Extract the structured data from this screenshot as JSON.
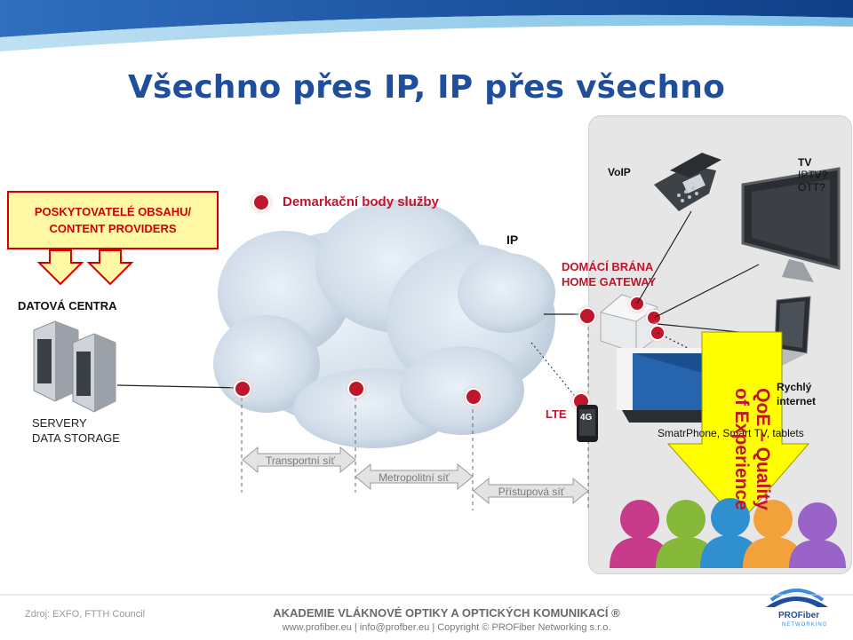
{
  "title": "Všechno přes IP, IP přes všechno",
  "providers": {
    "line1": "POSKYTOVATELÉ OBSAHU/",
    "line2": "CONTENT PROVIDERS"
  },
  "datacenter": {
    "label": "DATOVÁ CENTRA",
    "servers_line1": "SERVERY",
    "servers_line2": "DATA STORAGE"
  },
  "demarcation_label": "Demarkační body služby",
  "ip_label": "IP",
  "gateway": {
    "line1": "DOMÁCÍ BRÁNA",
    "line2": "HOME GATEWAY"
  },
  "lte_label": "LTE",
  "lte_badge": "4G",
  "devices": {
    "voip": "VoIP",
    "tv_title": "TV",
    "tv_iptv": "IPTV?",
    "tv_ott": "OTT?",
    "internet_line1": "Rychlý",
    "internet_line2": "internet",
    "smart": "SmatrPhone, Smart TV, tablets"
  },
  "network_segments": [
    "Transportní síť",
    "Metropolitní síť",
    "Přístupová síť"
  ],
  "qoe": {
    "line1": "QoE – Quality",
    "line2": "of Experience"
  },
  "footer": {
    "source": "Zdroj:  EXFO, FTTH Council",
    "academy": "AKADEMIE VLÁKNOVÉ OPTIKY  A OPTICKÝCH KOMUNIKACÍ ®",
    "contacts": "www.profiber.eu  |  info@profber.eu  | Copyright © PROFiber Networking s.r.o.",
    "logo_text": "PROFiber",
    "logo_sub": "NETWORKING"
  },
  "colors": {
    "title": "#1f4e9c",
    "accent_red": "#c0162b",
    "provider_fill": "#fff9a6",
    "qoe_arrow": "#ffff00"
  }
}
